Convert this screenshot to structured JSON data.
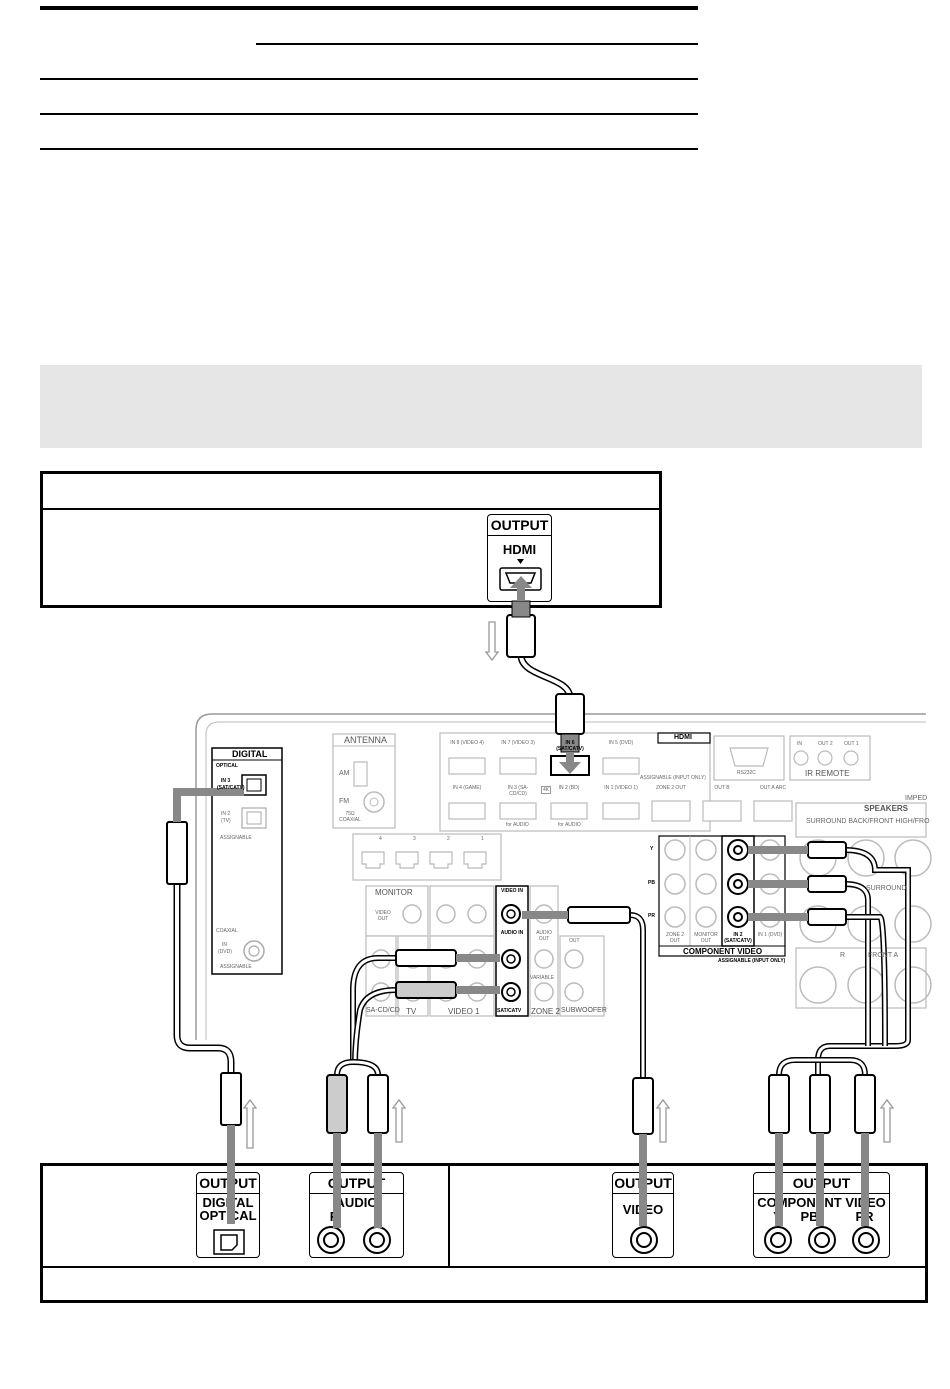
{
  "set_top_box": {
    "hdmi_panel": {
      "title": "OUTPUT",
      "label": "HDMI"
    }
  },
  "bottom_device": {
    "optical_panel": {
      "title": "OUTPUT",
      "label_line1": "DIGITAL",
      "label_line2": "OPTICAL"
    },
    "audio_panel": {
      "title": "OUTPUT",
      "label": "AUDIO",
      "r": "R",
      "l": "L"
    },
    "video_panel": {
      "title": "OUTPUT",
      "label": "VIDEO"
    },
    "component_panel": {
      "title": "OUTPUT",
      "label": "COMPONENT VIDEO",
      "y": "Y",
      "pb": "PB",
      "pr": "PR"
    }
  },
  "receiver": {
    "digital": {
      "title": "DIGITAL",
      "optical": "OPTICAL",
      "in3": "IN 3",
      "in3_sub": "(SAT/CATV)",
      "in2": "IN 2",
      "in2_sub": "(TV)",
      "assignable": "ASSIGNABLE",
      "coaxial": "COAXIAL",
      "coax_in": "IN",
      "coax_dvd": "(DVD)",
      "coax_assignable": "ASSIGNABLE"
    },
    "antenna": {
      "title": "ANTENNA",
      "am": "AM",
      "fm": "FM",
      "coax": "75Ω COAXIAL"
    },
    "hdmi": {
      "title": "HDMI",
      "top_ports": [
        "IN 8 (VIDEO 4)",
        "IN 7 (VIDEO 3)",
        "IN 6 (SAT/CATV)",
        "IN 5 (DVD)"
      ],
      "assignable": "ASSIGNABLE (INPUT ONLY)",
      "bottom_ports": [
        "IN 4 (GAME)",
        "IN 3 (SA-CD/CD)",
        "IN 2 (BD)",
        "IN 1 (VIDEO 1)",
        "ZONE 2 OUT",
        "OUT B",
        "OUT A ARC"
      ],
      "for_audio_1": "for AUDIO",
      "for_audio_2": "for AUDIO",
      "badge_4k": "4K"
    },
    "rs232c": "RS232C",
    "ir_remote": {
      "title": "IR REMOTE",
      "ports": [
        "IN",
        "OUT 2",
        "OUT 1"
      ]
    },
    "speakers": {
      "title": "SPEAKERS",
      "sub": "SURROUND BACK/FRONT HIGH/FRO",
      "impedance": "IMPED",
      "surround": "SURROUND",
      "front_a": "FRONT A",
      "r": "R"
    },
    "lan_ports": [
      "4",
      "3",
      "2",
      "1"
    ],
    "monitor": "MONITOR",
    "video_out": "VIDEO OUT",
    "video_in_label": "VIDEO IN",
    "audio_in_label": "AUDIO IN",
    "audio_out_label": "AUDIO OUT",
    "sat_catv": "SAT/CATV",
    "video1": "VIDEO 1",
    "zone2": "ZONE 2",
    "subwoofer": "SUBWOOFER",
    "tv": "TV",
    "sacd": "SA-CD/CD",
    "variable": "VARIABLE",
    "out": "OUT",
    "component": {
      "title": "COMPONENT VIDEO",
      "assignable": "ASSIGNABLE (INPUT ONLY)",
      "y": "Y",
      "pb": "PB",
      "pr": "PR",
      "cols": [
        "ZONE 2 OUT",
        "MONITOR OUT",
        "IN 2 (SAT/CATV)",
        "IN 1 (DVD)"
      ]
    }
  }
}
